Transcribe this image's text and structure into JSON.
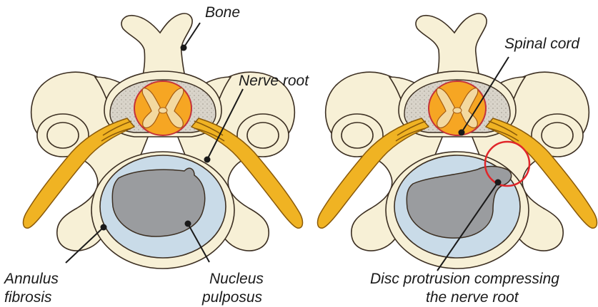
{
  "labels": {
    "bone": "Bone",
    "nerve_root": "Nerve root",
    "spinal_cord": "Spinal cord",
    "annulus_line1": "Annulus",
    "annulus_line2": "fibrosis",
    "nucleus_line1": "Nucleus",
    "nucleus_line2": "pulposus",
    "protrusion_line1": "Disc protrusion compressing",
    "protrusion_line2": "the nerve root"
  },
  "colors": {
    "bone_fill": "#f7f0d6",
    "bone_stroke": "#3c2f22",
    "nerve_fill": "#f0b323",
    "nerve_stroke": "#8a5a0a",
    "cord_fill": "#f6a623",
    "cord_stroke": "#c4323a",
    "dura_fill": "#d9d4ca",
    "annulus_fill": "#c9dbe8",
    "nucleus_fill": "#9a9c9f",
    "highlight_circle": "#e0262a"
  }
}
